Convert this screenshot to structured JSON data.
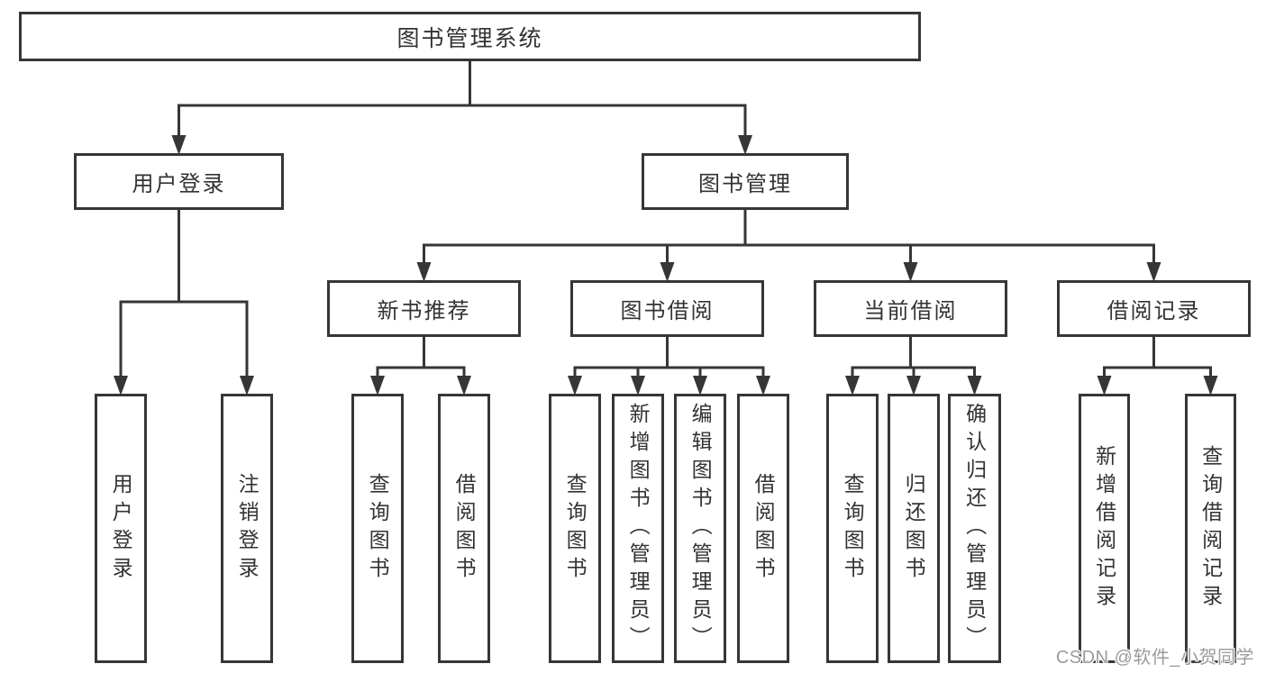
{
  "diagram_title": "图书管理系统",
  "watermark": "CSDN @软件_小贺同学",
  "colors": {
    "line": "#363636",
    "text": "#333333",
    "box_background": "#ffffff",
    "watermark": "#9b9b9b"
  },
  "tree": {
    "id": "system",
    "label": "图书管理系统",
    "children": [
      {
        "id": "user-login",
        "label": "用户登录",
        "children": [
          {
            "id": "login",
            "label": "用户登录"
          },
          {
            "id": "logout",
            "label": "注销登录"
          }
        ]
      },
      {
        "id": "book-mgmt",
        "label": "图书管理",
        "children": [
          {
            "id": "new-book-recommend",
            "label": "新书推荐",
            "children": [
              {
                "id": "query-book-nb",
                "label": "查询图书"
              },
              {
                "id": "borrow-book-nb",
                "label": "借阅图书"
              }
            ]
          },
          {
            "id": "book-borrow",
            "label": "图书借阅",
            "children": [
              {
                "id": "query-book-bb",
                "label": "查询图书"
              },
              {
                "id": "add-book-admin",
                "label": "新增图书（管理员）"
              },
              {
                "id": "edit-book-admin",
                "label": "编辑图书（管理员）"
              },
              {
                "id": "borrow-book-bb",
                "label": "借阅图书"
              }
            ]
          },
          {
            "id": "current-borrow",
            "label": "当前借阅",
            "children": [
              {
                "id": "query-book-cb",
                "label": "查询图书"
              },
              {
                "id": "return-book",
                "label": "归还图书"
              },
              {
                "id": "confirm-return-admin",
                "label": "确认归还（管理员）"
              }
            ]
          },
          {
            "id": "borrow-records",
            "label": "借阅记录",
            "children": [
              {
                "id": "add-borrow-record",
                "label": "新增借阅记录"
              },
              {
                "id": "query-borrow-record",
                "label": "查询借阅记录"
              }
            ]
          }
        ]
      }
    ]
  }
}
